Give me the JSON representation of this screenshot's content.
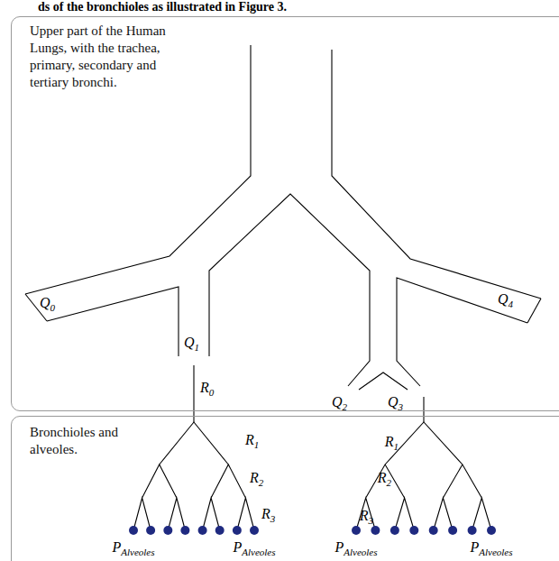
{
  "diagram": {
    "nodes": [
      {
        "text": [
          "Upper part of the Human Lungs, with the trachea, primary, secondary and tertiary bronchi."
        ]
      },
      {
        "text": [
          "Bronchioles and alveoles."
        ]
      }
    ],
    "labels": [
      "ds of the bronchioles as illustrated in Figure 3.",
      "Q0",
      "Q1",
      "R0",
      "Q2",
      "Q3",
      "Q4",
      "R1",
      "R2",
      "R3",
      "R1",
      "R2",
      "R3",
      "PAlveoles",
      "PAlveoles",
      "PAlveoles",
      "PAlveoles"
    ]
  }
}
